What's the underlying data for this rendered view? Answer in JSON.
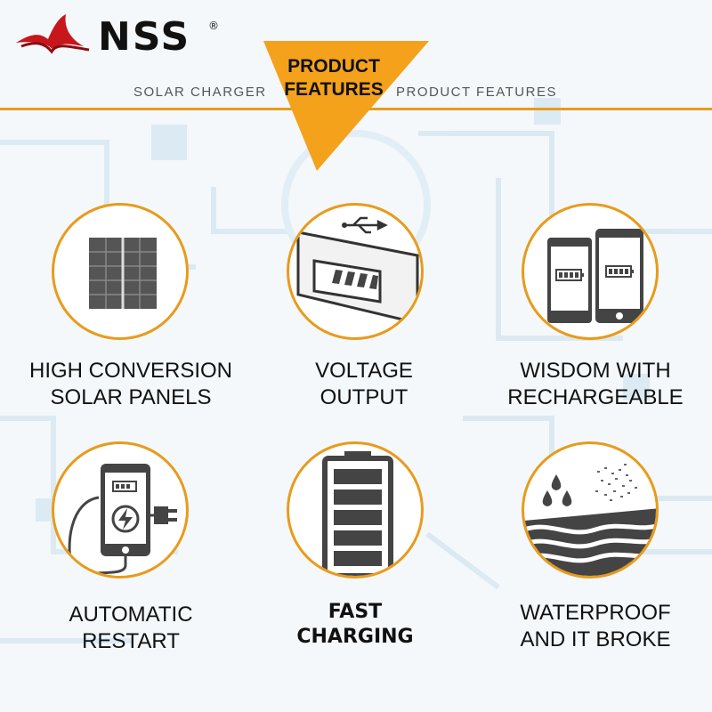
{
  "brand": {
    "name": "NSS",
    "registered_mark": "®"
  },
  "banner": {
    "title_line1": "PRODUCT",
    "title_line2": "FEATURES",
    "subtitle_left": "SOLAR CHARGER",
    "subtitle_right": "PRODUCT FEATURES"
  },
  "features": [
    {
      "line1": "HIGH CONVERSION",
      "line2": "SOLAR PANELS",
      "icon": "solar-panel-icon"
    },
    {
      "line1": "VOLTAGE",
      "line2": "OUTPUT",
      "icon": "usb-port-icon"
    },
    {
      "line1": "WISDOM WITH",
      "line2": "RECHARGEABLE",
      "icon": "phones-battery-icon"
    },
    {
      "line1": "AUTOMATIC",
      "line2": "RESTART",
      "icon": "phone-charging-plug-icon"
    },
    {
      "line1": "FAST",
      "line2": "CHARGING",
      "icon": "battery-full-icon"
    },
    {
      "line1": "WATERPROOF",
      "line2": "AND IT BROKE",
      "icon": "waterproof-layer-icon"
    }
  ],
  "colors": {
    "accent": "#e89b1c",
    "brand_red": "#c8161d",
    "icon_gray": "#4a4a4a"
  }
}
